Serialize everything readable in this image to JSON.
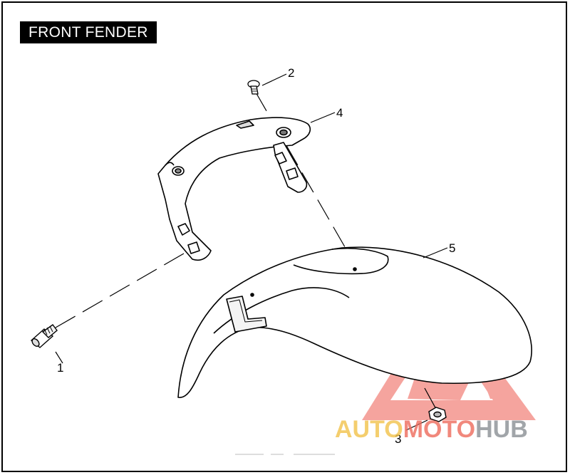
{
  "title": "FRONT FENDER",
  "callouts": [
    "1",
    "2",
    "3",
    "4",
    "5"
  ],
  "watermark": {
    "auto": "AUTO",
    "moto": "MOTO",
    "hub": "HUB",
    "color_auto": "#f2c24a",
    "color_moto": "#ee6b5c",
    "color_hub": "#8a8f94",
    "logo_color": "#ee5a4f"
  }
}
